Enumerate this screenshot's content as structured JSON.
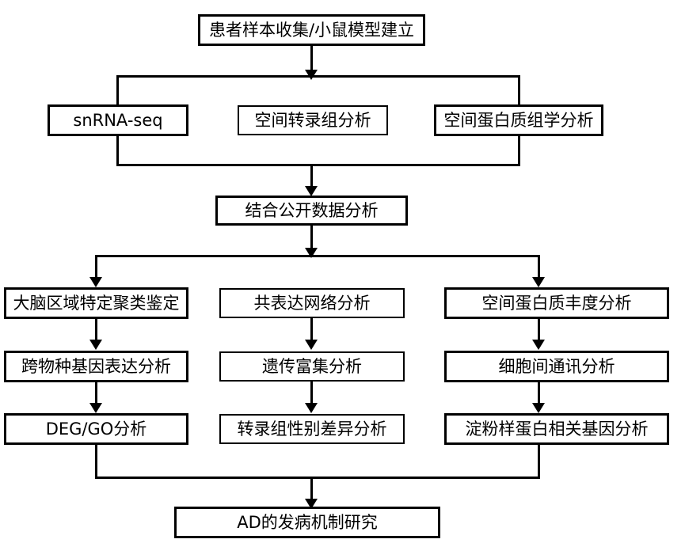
{
  "diagram": {
    "title_node": {
      "label": "患者样本收集/小鼠模型建立"
    },
    "tier2": [
      {
        "label": "snRNA-seq"
      },
      {
        "label": "空间转录组分析"
      },
      {
        "label": "空间蛋白质组学分析"
      }
    ],
    "tier3": {
      "label": "结合公开数据分析"
    },
    "columns": [
      {
        "name": "left",
        "steps": [
          {
            "label": "大脑区域特定聚类鉴定"
          },
          {
            "label": "跨物种基因表达分析"
          },
          {
            "label": "DEG/GO分析"
          }
        ]
      },
      {
        "name": "middle",
        "steps": [
          {
            "label": "共表达网络分析"
          },
          {
            "label": "遗传富集分析"
          },
          {
            "label": "转录组性别差异分析"
          }
        ]
      },
      {
        "name": "right",
        "steps": [
          {
            "label": "空间蛋白质丰度分析"
          },
          {
            "label": "细胞间通讯分析"
          },
          {
            "label": "淀粉样蛋白相关基因分析"
          }
        ]
      }
    ],
    "final_node": {
      "label": "AD的发病机制研究"
    },
    "colors": {
      "stroke": "#000000",
      "fill": "#ffffff",
      "text": "#000000"
    }
  }
}
